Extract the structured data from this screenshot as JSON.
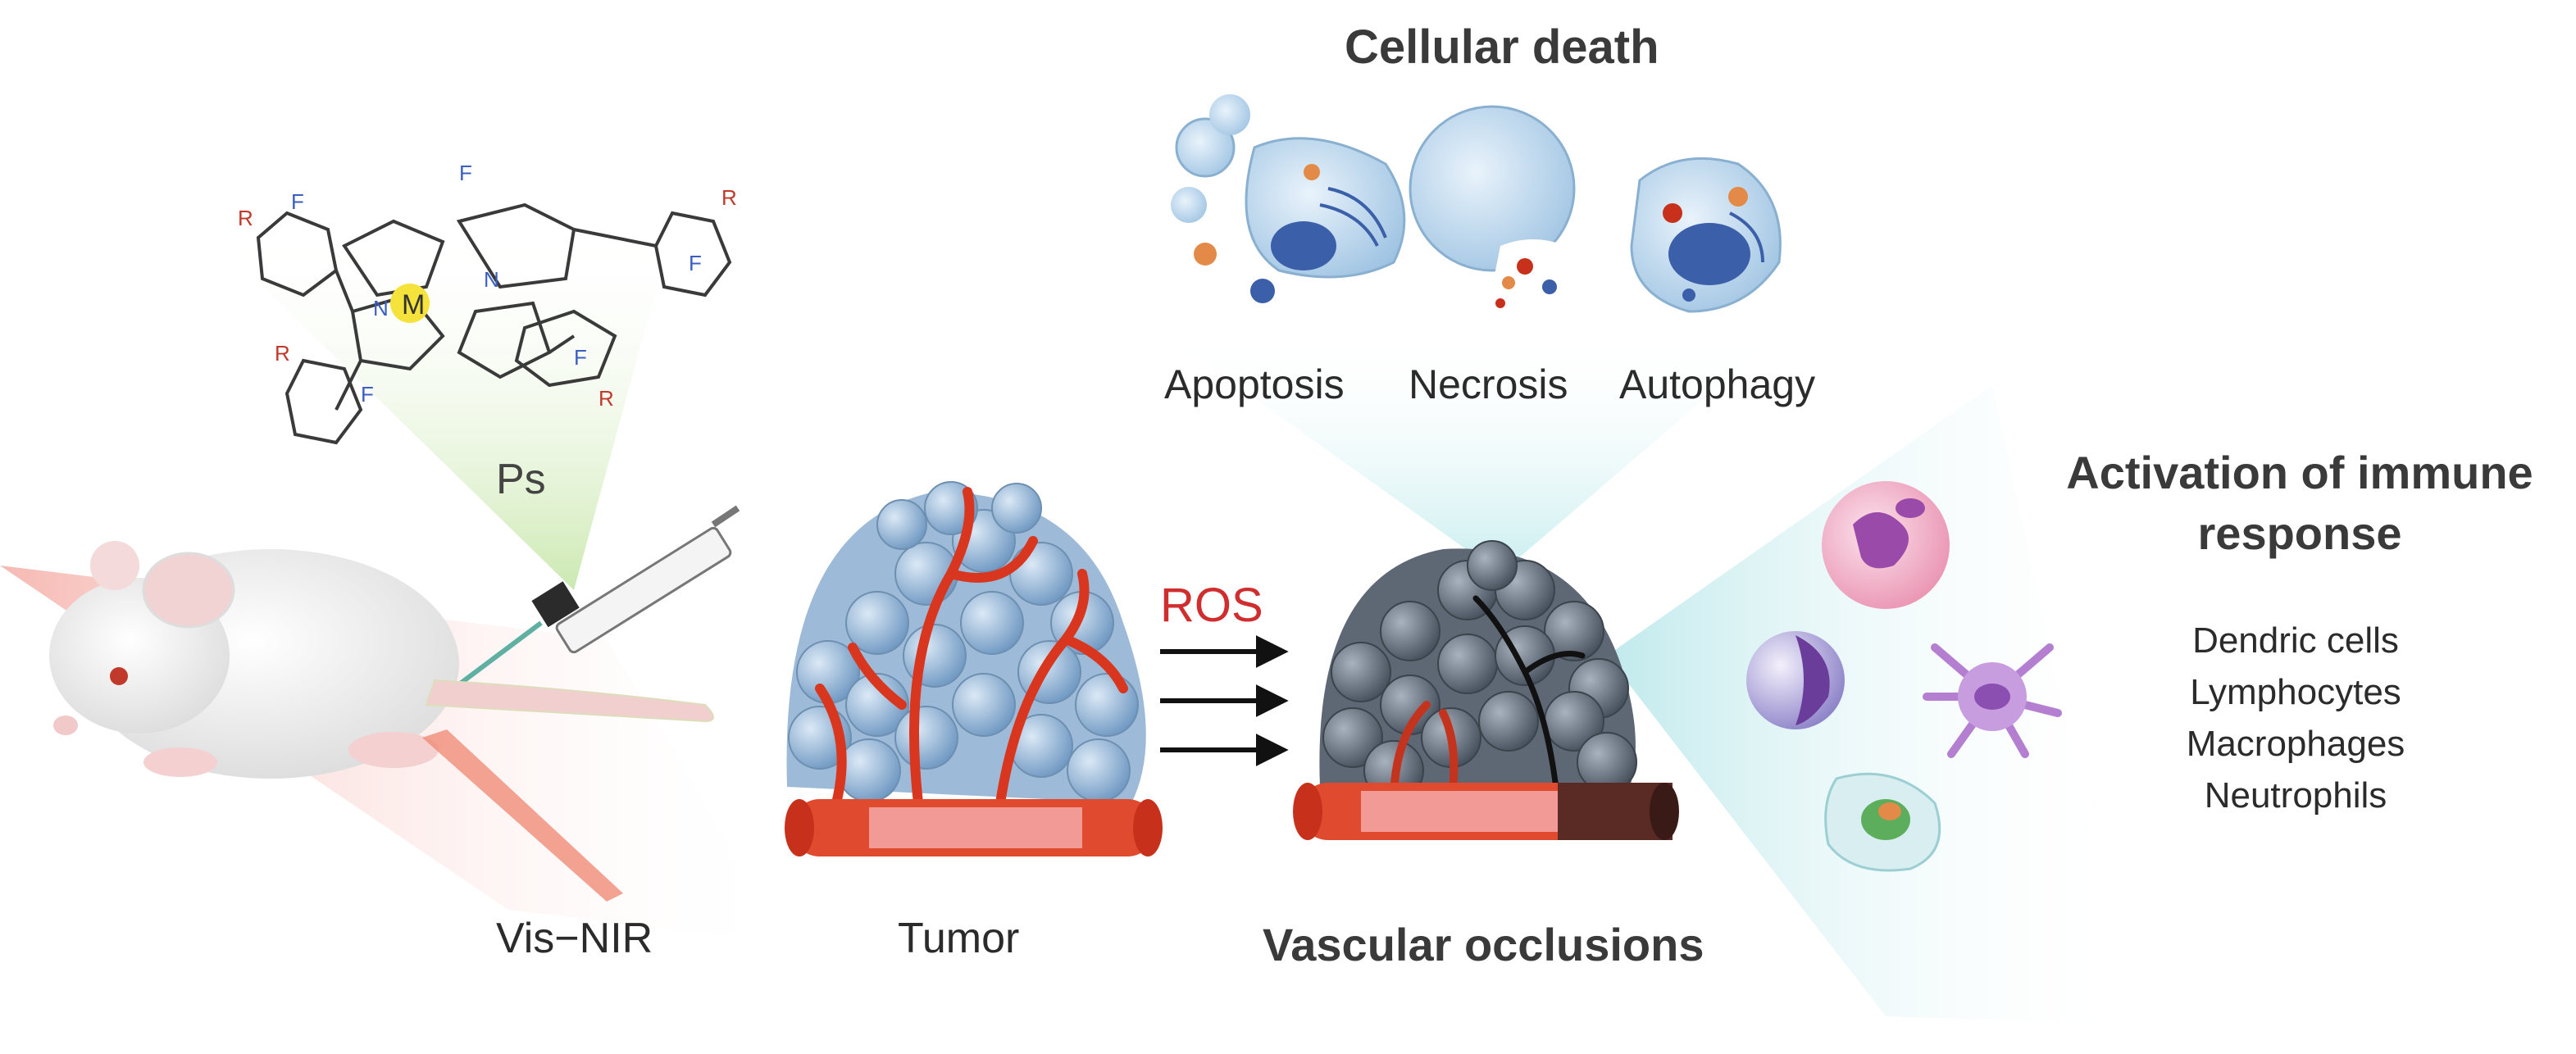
{
  "labels": {
    "cellular_death": "Cellular death",
    "apoptosis": "Apoptosis",
    "necrosis": "Necrosis",
    "autophagy": "Autophagy",
    "ps": "Ps",
    "metal": "M",
    "ros": "ROS",
    "vis_nir": "Vis−NIR",
    "tumor": "Tumor",
    "vascular_occlusions": "Vascular occlusions",
    "activation": "Activation of immune response",
    "immune_cells": [
      "Dendric cells",
      "Lymphocytes",
      "Macrophages",
      "Neutrophils"
    ],
    "substituents": {
      "r": "R",
      "f": "F",
      "n": "N"
    }
  },
  "colors": {
    "vessel_red": "#d9361f",
    "tumor_blue": "#8fb4d6",
    "tumor_dark": "#5b6775",
    "ros_red": "#d02e2e",
    "ps_green": "#cfe8b4",
    "laser_red": "#f0a9a0",
    "cyan_glow": "#c8ecee",
    "metal_yellow": "#f5e23a"
  }
}
